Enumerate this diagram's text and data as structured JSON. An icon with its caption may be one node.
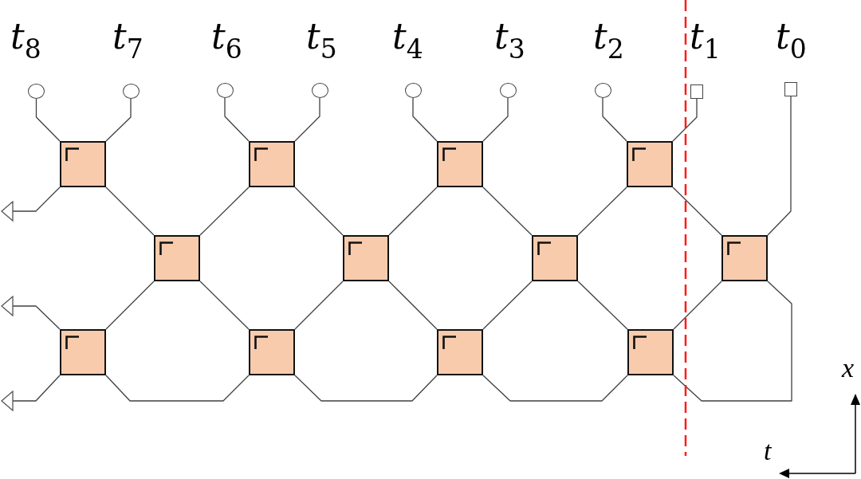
{
  "diagram": {
    "nodes": [
      {
        "text": [],
        "shape": "circle",
        "beside": [
          "t$_{8}$"
        ]
      },
      {
        "text": [],
        "shape": "circle",
        "beside": [
          "t$_{7}$"
        ]
      },
      {
        "text": [],
        "shape": "circle",
        "beside": [
          "t$_{6}$"
        ]
      },
      {
        "text": [],
        "shape": "circle",
        "beside": [
          "t$_{5}$"
        ]
      },
      {
        "text": [],
        "shape": "circle",
        "beside": [
          "t$_{4}$"
        ]
      },
      {
        "text": [],
        "shape": "circle",
        "beside": [
          "t$_{3}$"
        ]
      },
      {
        "text": [],
        "shape": "circle",
        "beside": [
          "t$_{2}$"
        ]
      },
      {
        "text": [],
        "shape": "box",
        "beside": [
          "t$_{1}$"
        ]
      },
      {
        "text": [],
        "shape": "box",
        "beside": [
          "t$_{0}$"
        ]
      },
      {
        "text": [],
        "shape": "box"
      },
      {
        "text": [],
        "shape": "box"
      },
      {
        "text": [],
        "shape": "box"
      },
      {
        "text": [],
        "shape": "box"
      },
      {
        "text": [],
        "shape": "box"
      },
      {
        "text": [],
        "shape": "box"
      },
      {
        "text": [],
        "shape": "box"
      },
      {
        "text": [],
        "shape": "box"
      },
      {
        "text": [],
        "shape": "box"
      },
      {
        "text": [],
        "shape": "box"
      },
      {
        "text": [],
        "shape": "box"
      },
      {
        "text": [],
        "shape": "box"
      }
    ],
    "edges": [
      {
        "from": 0,
        "to": 9,
        "arrow": "none"
      },
      {
        "from": 1,
        "to": 9,
        "arrow": "none"
      },
      {
        "from": 2,
        "to": 10,
        "arrow": "none"
      },
      {
        "from": 3,
        "to": 10,
        "arrow": "none"
      },
      {
        "from": 4,
        "to": 11,
        "arrow": "none"
      },
      {
        "from": 5,
        "to": 11,
        "arrow": "none"
      },
      {
        "from": 6,
        "to": 12,
        "arrow": "none"
      },
      {
        "from": 7,
        "to": 12,
        "arrow": "none"
      },
      {
        "from": 8,
        "to": 16,
        "arrow": "none"
      },
      {
        "from": 9,
        "to": null,
        "arrow": "to"
      },
      {
        "from": 9,
        "to": 13,
        "arrow": "none"
      },
      {
        "from": 10,
        "to": 13,
        "arrow": "none"
      },
      {
        "from": 10,
        "to": 14,
        "arrow": "none"
      },
      {
        "from": 11,
        "to": 14,
        "arrow": "none"
      },
      {
        "from": 11,
        "to": 15,
        "arrow": "none"
      },
      {
        "from": 12,
        "to": 15,
        "arrow": "none"
      },
      {
        "from": 12,
        "to": 16,
        "arrow": "none"
      },
      {
        "from": 13,
        "to": 17,
        "arrow": "none"
      },
      {
        "from": 13,
        "to": 18,
        "arrow": "none"
      },
      {
        "from": 14,
        "to": 18,
        "arrow": "none"
      },
      {
        "from": 14,
        "to": 19,
        "arrow": "none"
      },
      {
        "from": 15,
        "to": 19,
        "arrow": "none"
      },
      {
        "from": 15,
        "to": 20,
        "arrow": "none"
      },
      {
        "from": 16,
        "to": 20,
        "arrow": "none"
      },
      {
        "from": 16,
        "to": 20,
        "arrow": "none"
      },
      {
        "from": 17,
        "to": null,
        "arrow": "to"
      },
      {
        "from": 17,
        "to": null,
        "arrow": "to"
      },
      {
        "from": 17,
        "to": 18,
        "arrow": "none"
      },
      {
        "from": 18,
        "to": 19,
        "arrow": "none"
      },
      {
        "from": 19,
        "to": 20,
        "arrow": "none"
      }
    ],
    "labels": [
      "x",
      "t"
    ]
  }
}
